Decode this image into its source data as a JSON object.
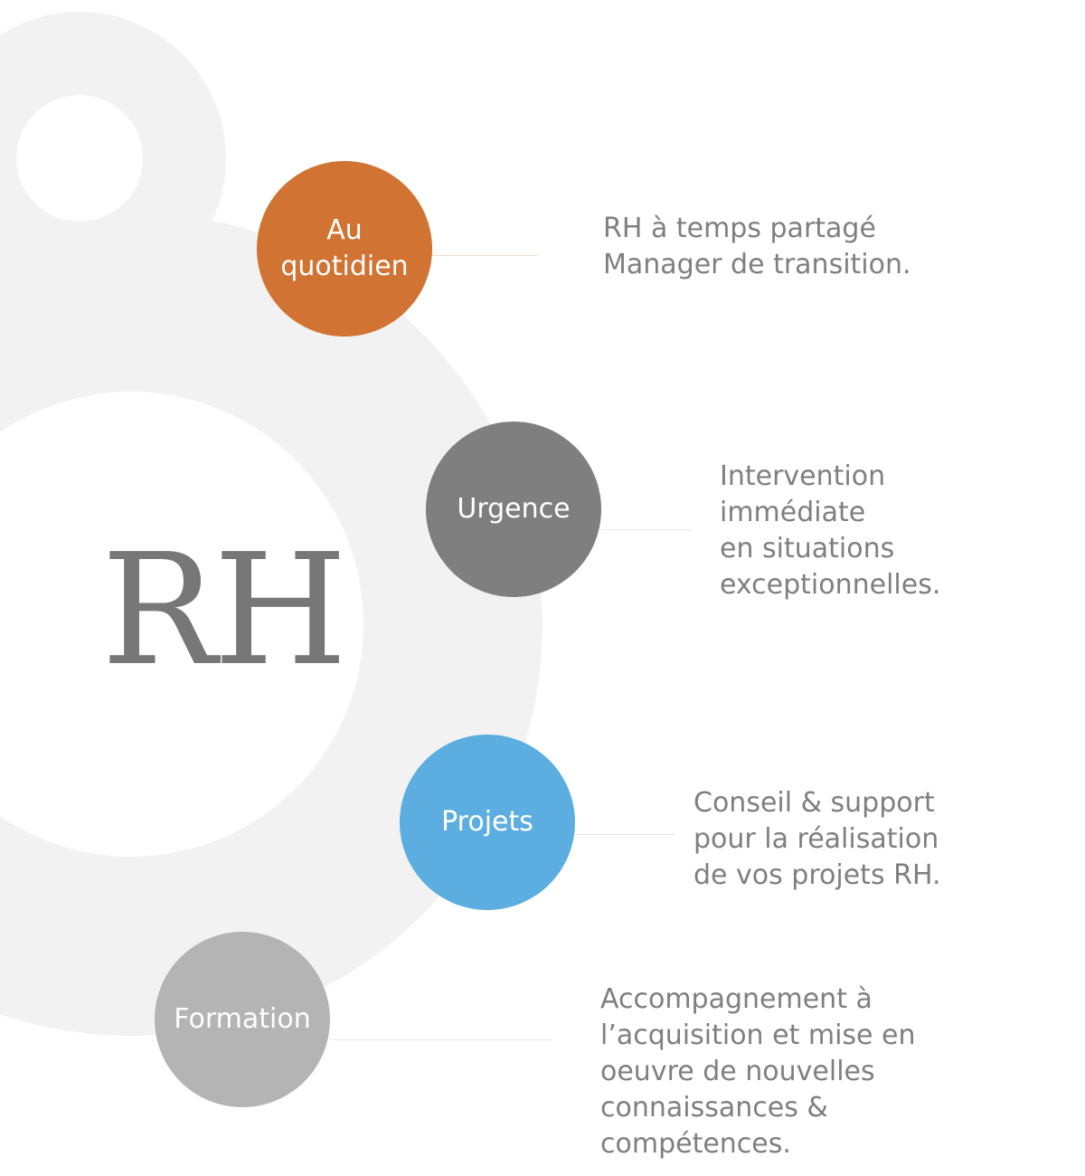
{
  "center_label": "RH",
  "colors": {
    "background_shape": "#f2f2f2",
    "text": "#7f7f7f"
  },
  "items": [
    {
      "title_lines": [
        "Au",
        "quotidien"
      ],
      "color": "#d17332",
      "line_color": "#f5dcc9",
      "desc_lines": [
        "RH à temps partagé",
        "Manager de transition."
      ]
    },
    {
      "title_lines": [
        "Urgence"
      ],
      "color": "#7f7f7f",
      "line_color": "#e6e6e6",
      "desc_lines": [
        "Intervention",
        "immédiate",
        "en situations",
        "exceptionnelles."
      ]
    },
    {
      "title_lines": [
        "Projets"
      ],
      "color": "#5daee0",
      "line_color": "#e6e6e6",
      "desc_lines": [
        "Conseil & support",
        "pour la réalisation",
        "de vos projets RH."
      ]
    },
    {
      "title_lines": [
        "Formation"
      ],
      "color": "#b4b4b4",
      "line_color": "#e6e6e6",
      "desc_lines": [
        "Accompagnement à",
        "l’acquisition et mise en",
        "oeuvre de nouvelles",
        "connaissances &",
        "compétences."
      ]
    }
  ]
}
